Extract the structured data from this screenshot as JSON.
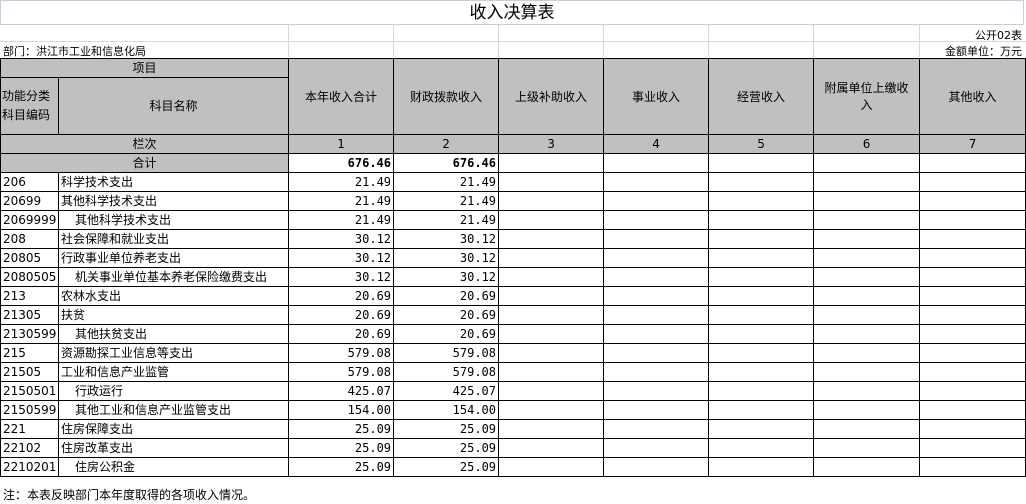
{
  "title": "收入决算表",
  "form_no": "公开02表",
  "department": "部门：洪江市工业和信息化局",
  "unit": "金额单位：万元",
  "headers": {
    "item": "项目",
    "code": "功能分类科目编码",
    "name": "科目名称",
    "columns": [
      "本年收入合计",
      "财政拨款收入",
      "上级补助收入",
      "事业收入",
      "经营收入",
      "附属单位上缴收入",
      "其他收入"
    ]
  },
  "column_index_label": "栏次",
  "column_numbers": [
    "1",
    "2",
    "3",
    "4",
    "5",
    "6",
    "7"
  ],
  "total": {
    "label": "合计",
    "values": [
      "676.46",
      "676.46"
    ]
  },
  "rows": [
    {
      "code": "206",
      "name": "科学技术支出",
      "v1": "21.49",
      "v2": "21.49",
      "indent": false
    },
    {
      "code": "20699",
      "name": "其他科学技术支出",
      "v1": "21.49",
      "v2": "21.49",
      "indent": false
    },
    {
      "code": "2069999",
      "name": "其他科学技术支出",
      "v1": "21.49",
      "v2": "21.49",
      "indent": true
    },
    {
      "code": "208",
      "name": "社会保障和就业支出",
      "v1": "30.12",
      "v2": "30.12",
      "indent": false
    },
    {
      "code": "20805",
      "name": "行政事业单位养老支出",
      "v1": "30.12",
      "v2": "30.12",
      "indent": false
    },
    {
      "code": "2080505",
      "name": "机关事业单位基本养老保险缴费支出",
      "v1": "30.12",
      "v2": "30.12",
      "indent": true
    },
    {
      "code": "213",
      "name": "农林水支出",
      "v1": "20.69",
      "v2": "20.69",
      "indent": false
    },
    {
      "code": "21305",
      "name": "扶贫",
      "v1": "20.69",
      "v2": "20.69",
      "indent": false
    },
    {
      "code": "2130599",
      "name": "其他扶贫支出",
      "v1": "20.69",
      "v2": "20.69",
      "indent": true
    },
    {
      "code": "215",
      "name": "资源勘探工业信息等支出",
      "v1": "579.08",
      "v2": "579.08",
      "indent": false
    },
    {
      "code": "21505",
      "name": "工业和信息产业监管",
      "v1": "579.08",
      "v2": "579.08",
      "indent": false
    },
    {
      "code": "2150501",
      "name": "行政运行",
      "v1": "425.07",
      "v2": "425.07",
      "indent": true
    },
    {
      "code": "2150599",
      "name": "其他工业和信息产业监管支出",
      "v1": "154.00",
      "v2": "154.00",
      "indent": true
    },
    {
      "code": "221",
      "name": "住房保障支出",
      "v1": "25.09",
      "v2": "25.09",
      "indent": false
    },
    {
      "code": "22102",
      "name": "住房改革支出",
      "v1": "25.09",
      "v2": "25.09",
      "indent": false
    },
    {
      "code": "2210201",
      "name": "住房公积金",
      "v1": "25.09",
      "v2": "25.09",
      "indent": true
    }
  ],
  "note": "注：本表反映部门本年度取得的各项收入情况。"
}
